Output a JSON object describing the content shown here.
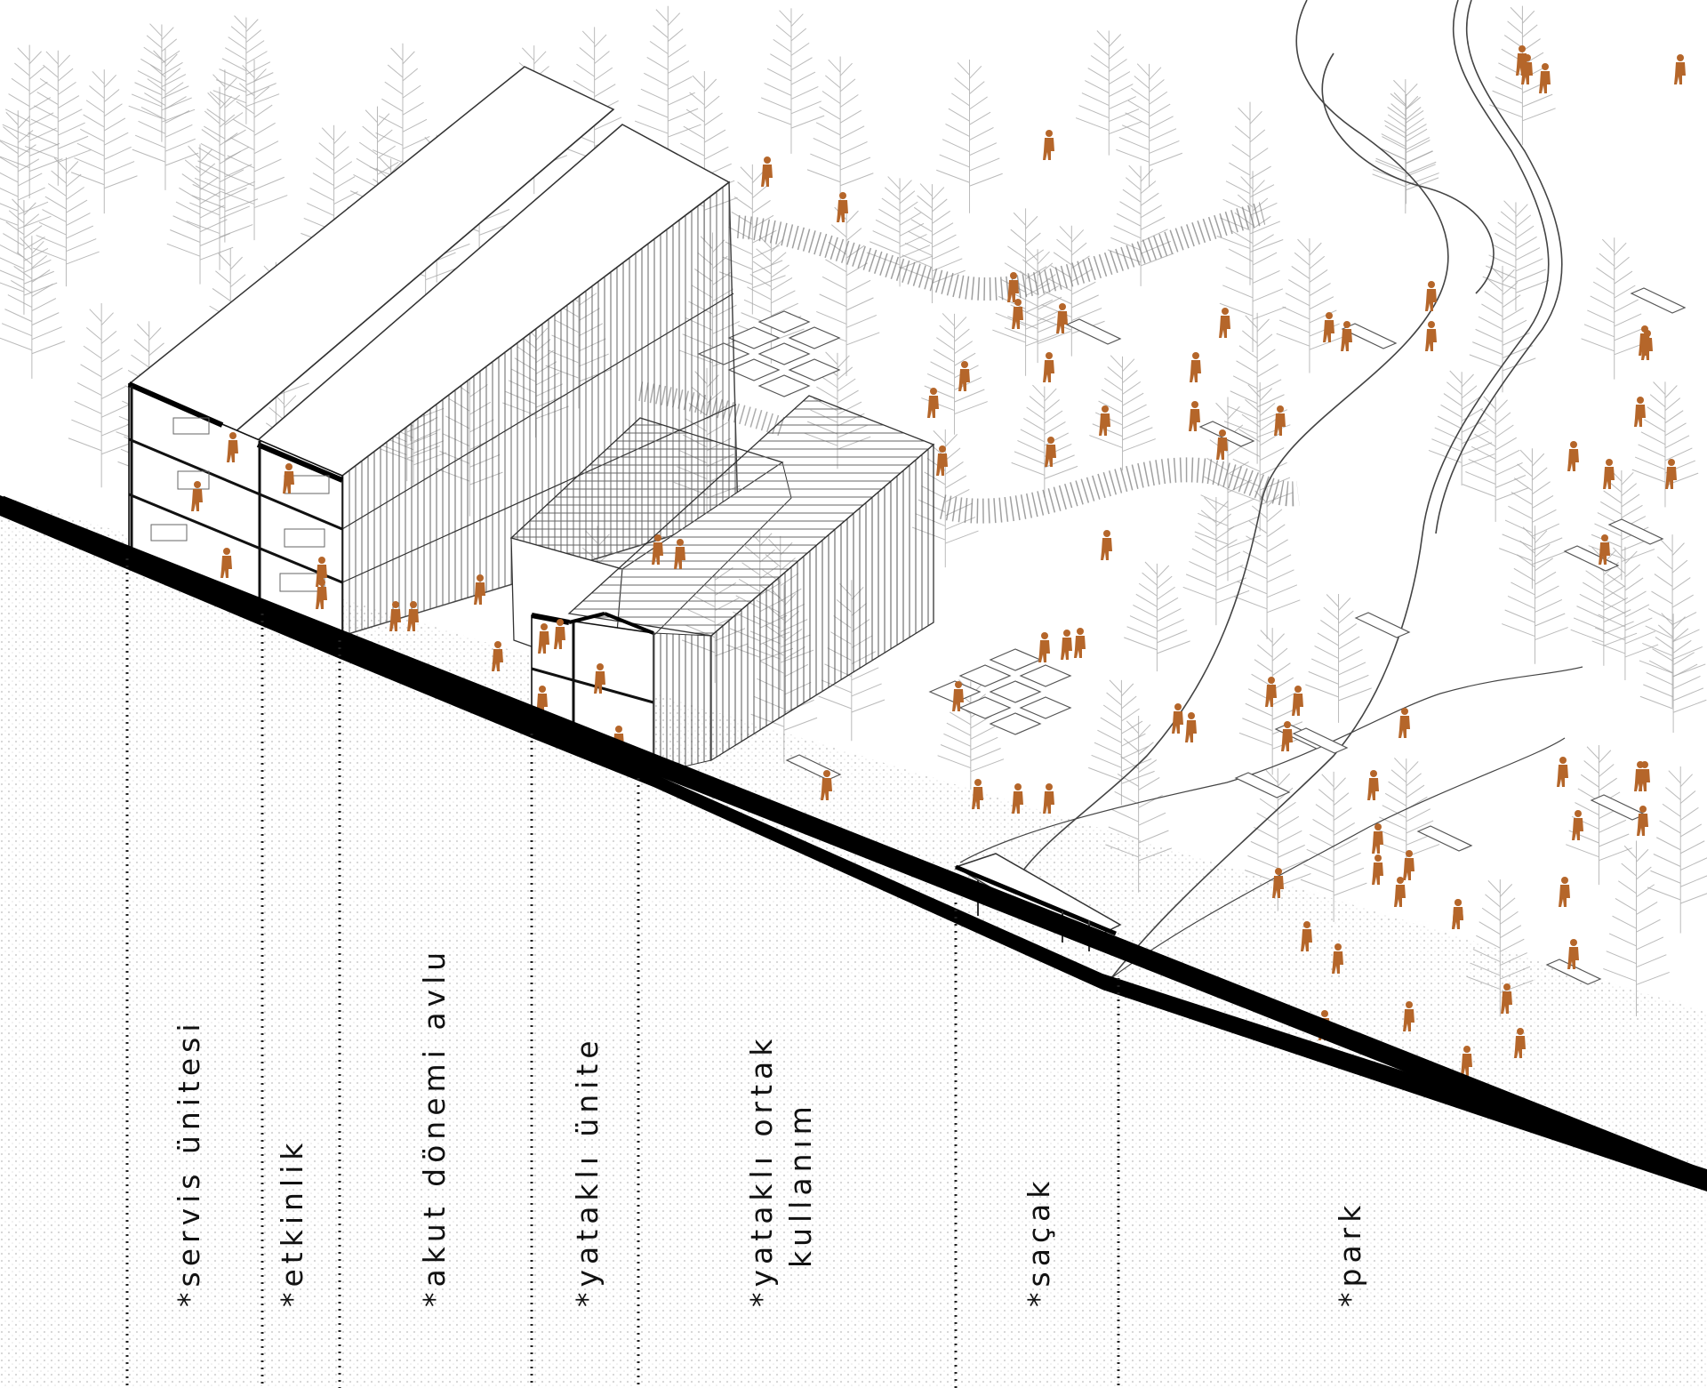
{
  "colors": {
    "accent_people": "#B5662A",
    "ground_line": "#000000",
    "drawing_line": "#333333",
    "tree_line": "#9a9a9a",
    "dot_pattern": "#d6d6d6",
    "background": "#ffffff"
  },
  "zones": [
    {
      "id": "servis",
      "lines": [
        "*servis ünitesi"
      ]
    },
    {
      "id": "etkinlik",
      "lines": [
        "*etkinlik"
      ]
    },
    {
      "id": "akut",
      "lines": [
        "*akut dönemi avlu"
      ]
    },
    {
      "id": "yatakli",
      "lines": [
        "*yataklı ünite"
      ]
    },
    {
      "id": "ortak",
      "lines": [
        "*yataklı ortak",
        "kullanım"
      ]
    },
    {
      "id": "sacak",
      "lines": [
        "*saçak"
      ]
    },
    {
      "id": "park",
      "lines": [
        "*park"
      ]
    }
  ]
}
